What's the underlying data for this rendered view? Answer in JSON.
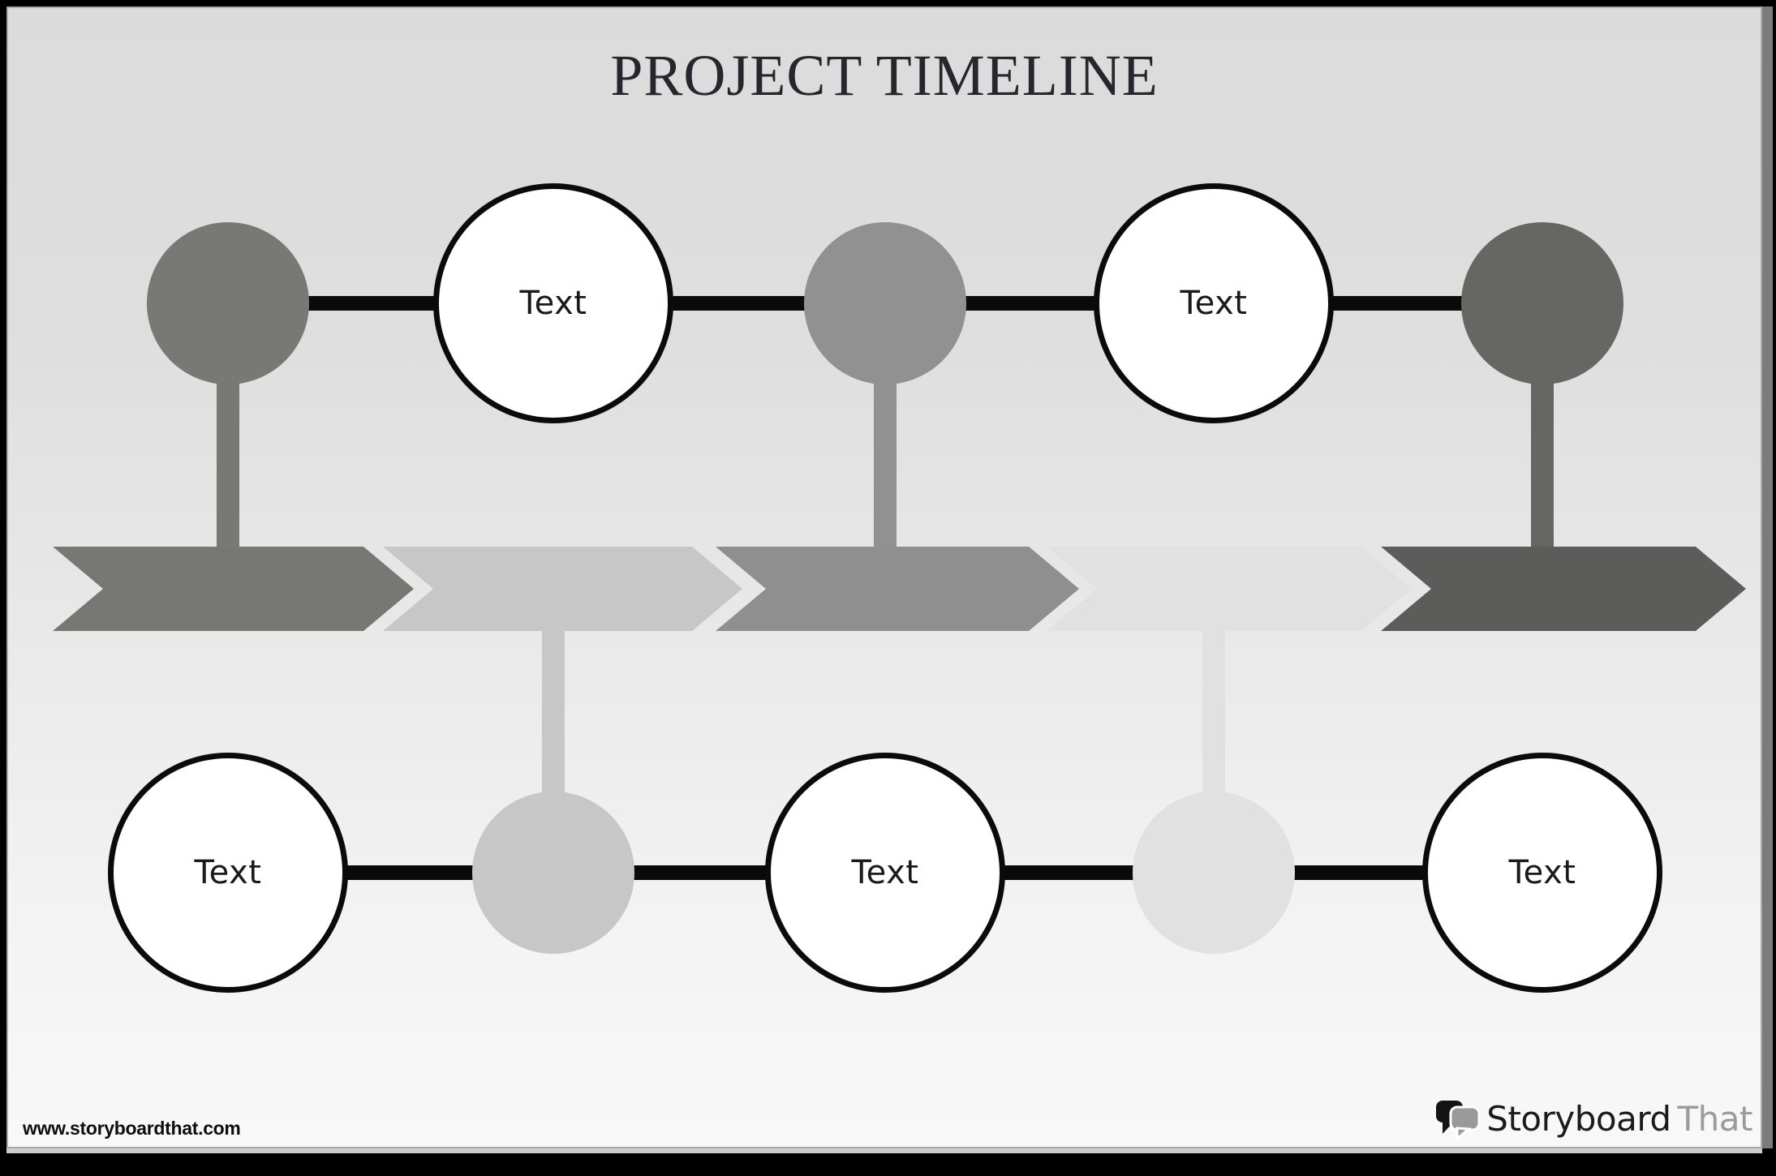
{
  "title": "PROJECT TIMELINE",
  "page": {
    "background_top": "#dbdbdc",
    "background_bottom": "#f8f8f8",
    "frame_color": "#000000",
    "shadow_color": "#7b7b7b"
  },
  "timeline": {
    "connector_color": "#0a0a0a",
    "top_row": [
      {
        "kind": "dot",
        "color": "#787875"
      },
      {
        "kind": "text-circle",
        "label": "Text"
      },
      {
        "kind": "dot",
        "color": "#919191"
      },
      {
        "kind": "text-circle",
        "label": "Text"
      },
      {
        "kind": "dot",
        "color": "#666663"
      }
    ],
    "chevrons": [
      {
        "color": "#777774"
      },
      {
        "color": "#c7c7c7"
      },
      {
        "color": "#8f8f8f"
      },
      {
        "color": "#e1e1e1"
      },
      {
        "color": "#5c5c5a"
      }
    ],
    "bottom_row": [
      {
        "kind": "text-circle",
        "label": "Text"
      },
      {
        "kind": "dot",
        "color": "#c7c7c7"
      },
      {
        "kind": "text-circle",
        "label": "Text"
      },
      {
        "kind": "dot",
        "color": "#e1e1e1"
      },
      {
        "kind": "text-circle",
        "label": "Text"
      }
    ]
  },
  "footer": {
    "website": "www.storyboardthat.com",
    "logo": {
      "icon": "speech-bubbles-icon",
      "part1": "Storyboard",
      "part2": "That",
      "part1_color": "#1b1b1b",
      "part2_color": "#9b9b9b"
    }
  }
}
